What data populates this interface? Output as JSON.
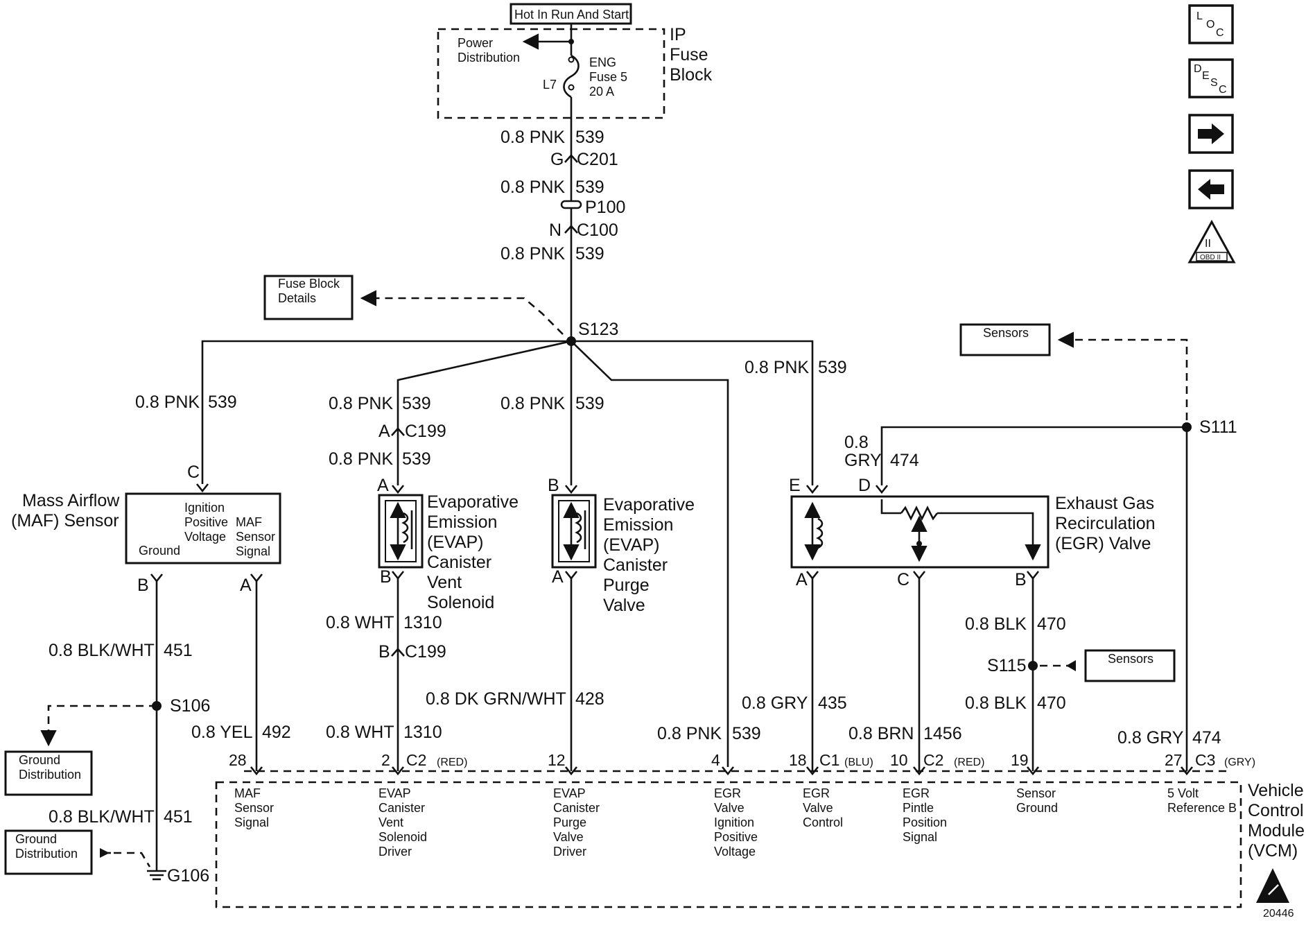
{
  "fuse_block": {
    "supply_label": "Hot In Run And Start",
    "name": [
      "IP",
      "Fuse",
      "Block"
    ],
    "power_distribution": [
      "Power",
      "Distribution"
    ],
    "fuse": [
      "ENG",
      "Fuse 5",
      "20 A"
    ],
    "fuse_id": "L7"
  },
  "wires": {
    "pnk_539": "0.8 PNK",
    "pnk_num": "539",
    "blk_wht": "0.8 BLK/WHT",
    "blk_wht_num": "451",
    "yel": "0.8 YEL",
    "yel_num": "492",
    "wht": "0.8 WHT",
    "wht_num": "1310",
    "dk_grn_wht": "0.8 DK GRN/WHT",
    "dk_grn_wht_num": "428",
    "gry_435": "0.8 GRY",
    "gry_435_num": "435",
    "brn": "0.8 BRN",
    "brn_num": "1456",
    "blk": "0.8 BLK",
    "blk_num": "470",
    "gry_474": "0.8 GRY",
    "gry_474_num": "474",
    "egr_gry_top": "0.8",
    "egr_gry_bottom": "GRY",
    "egr_gry_num": "474"
  },
  "connectors": {
    "c201_pin": "G",
    "c201": "C201",
    "p100": "P100",
    "c100_pin": "N",
    "c100": "C100",
    "c199_a": "A",
    "c199_b": "B",
    "c199": "C199"
  },
  "splices": {
    "s123": "S123",
    "s111": "S111",
    "s106": "S106",
    "s115": "S115",
    "g106": "G106"
  },
  "boxes": {
    "fuse_block_details": [
      "Fuse Block",
      "Details"
    ],
    "sensors": "Sensors",
    "ground_distribution": [
      "Ground",
      "Distribution"
    ]
  },
  "components": {
    "maf": {
      "name": [
        "Mass Airflow",
        "(MAF) Sensor"
      ],
      "ground": "Ground",
      "ignition": [
        "Ignition",
        "Positive",
        "Voltage"
      ],
      "signal": [
        "MAF",
        "Sensor",
        "Signal"
      ],
      "pin_c": "C",
      "pin_b": "B",
      "pin_a": "A"
    },
    "evap_vent": {
      "name": [
        "Evaporative",
        "Emission",
        "(EVAP)",
        "Canister",
        "Vent",
        "Solenoid"
      ],
      "pin_a": "A",
      "pin_b": "B"
    },
    "evap_purge": {
      "name": [
        "Evaporative",
        "Emission",
        "(EVAP)",
        "Canister",
        "Purge",
        "Valve"
      ],
      "pin_b": "B",
      "pin_a": "A"
    },
    "egr": {
      "name": [
        "Exhaust Gas",
        "Recirculation",
        "(EGR) Valve"
      ],
      "pin_e": "E",
      "pin_d": "D",
      "pin_a": "A",
      "pin_c": "C",
      "pin_b": "B"
    }
  },
  "vcm": {
    "name": [
      "Vehicle",
      "Control",
      "Module",
      "(VCM)"
    ],
    "pins": {
      "p28": "28",
      "p2": "2",
      "p12": "12",
      "p4": "4",
      "p18": "18",
      "p10": "10",
      "p19": "19",
      "p27": "27"
    },
    "connectors": {
      "c2": "C2",
      "c2_color": "(RED)",
      "c1": "C1",
      "c1_color": "(BLU)",
      "c2b": "C2",
      "c2b_color": "(RED)",
      "c3": "C3",
      "c3_color": "(GRY)"
    },
    "terminals": {
      "maf": [
        "MAF",
        "Sensor",
        "Signal"
      ],
      "evap_vent": [
        "EVAP",
        "Canister",
        "Vent",
        "Solenoid",
        "Driver"
      ],
      "evap_purge": [
        "EVAP",
        "Canister",
        "Purge",
        "Valve",
        "Driver"
      ],
      "egr_ign": [
        "EGR",
        "Valve",
        "Ignition",
        "Positive",
        "Voltage"
      ],
      "egr_ctrl": [
        "EGR",
        "Valve",
        "Control"
      ],
      "egr_pintle": [
        "EGR",
        "Pintle",
        "Position",
        "Signal"
      ],
      "sensor_ground": [
        "Sensor",
        "Ground"
      ],
      "ref_b": [
        "5 Volt",
        "Reference B"
      ]
    }
  },
  "nav": {
    "loc": [
      "L",
      "O",
      "C"
    ],
    "desc": [
      "D",
      "E",
      "S",
      "C"
    ],
    "obd": "OBD II",
    "obd_roman": "II"
  },
  "figure_id": "20446"
}
